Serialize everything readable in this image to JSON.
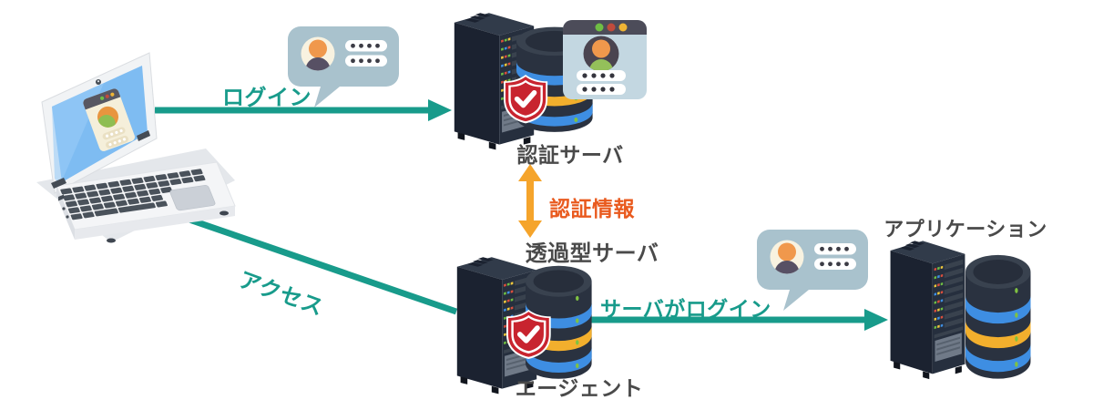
{
  "diagram": {
    "title": "",
    "nodes": {
      "client_laptop": {
        "type": "laptop-with-login-screen"
      },
      "auth_server": {
        "label": "認証サーバ"
      },
      "agent_server": {
        "label_top": "透過型サーバ",
        "label_bottom": "エージェント"
      },
      "application_server": {
        "label": "アプリケーション"
      }
    },
    "edges": {
      "login": {
        "label": "ログイン",
        "from": "client_laptop",
        "to": "auth_server",
        "style": "arrow-right",
        "color": "#189B8B"
      },
      "access": {
        "label": "アクセス",
        "from": "client_laptop",
        "to": "agent_server",
        "style": "plain-line",
        "color": "#189B8B"
      },
      "auth_info": {
        "label": "認証情報",
        "from": "auth_server",
        "to": "agent_server",
        "style": "double-headed-vertical-arrow",
        "color": "#F5A42B",
        "label_color": "#E95A1E"
      },
      "server_login": {
        "label": "サーバがログイン",
        "from": "agent_server",
        "to": "application_server",
        "style": "arrow-right",
        "color": "#189B8B"
      }
    },
    "icons": [
      "laptop-icon",
      "credentials-speech-bubble-icon",
      "server-rack-icon",
      "database-icon",
      "shield-check-icon",
      "login-card-icon"
    ],
    "palette": {
      "teal": "#189B8B",
      "orange_arrow": "#F5A42B",
      "orange_red_text": "#E95A1E",
      "label_gray": "#4A4A4A",
      "shield_red": "#C8242F",
      "bubble_blue_gray": "#A9C2CD",
      "rack_dark": "#1B2230",
      "db_band_blue": "#3E8EE2",
      "db_band_yellow": "#F2AF2D",
      "laptop_screen_blue": "#7EBCF2",
      "background": "#FFFFFF"
    }
  }
}
